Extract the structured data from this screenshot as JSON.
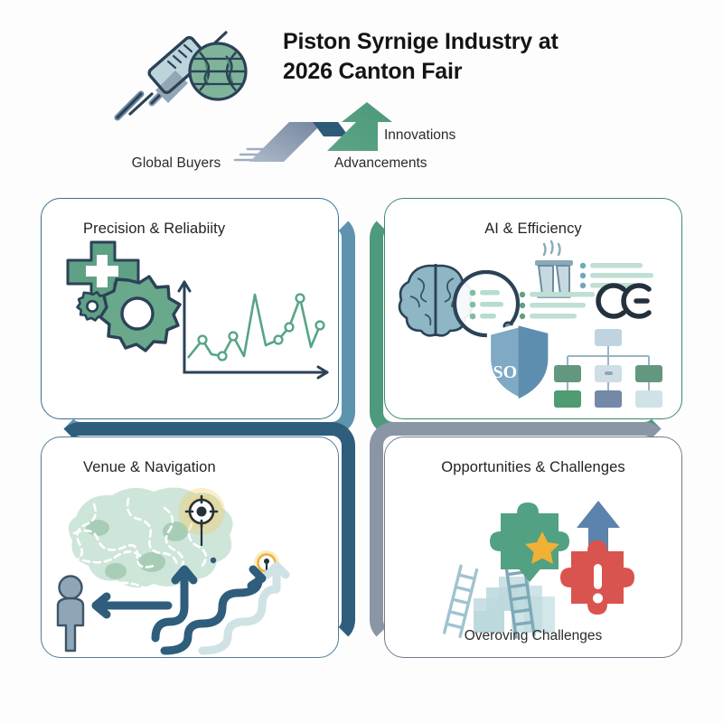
{
  "header": {
    "title": "Piston Syrnige Industry at 2026 Canton Fair",
    "title_line1": "Piston Syrnige Industry at",
    "title_line2": "2026 Canton Fair",
    "syringe_globe_label": "Global Buyers",
    "arrow_label_upper": "Innovations",
    "arrow_label_lower": "Advancements"
  },
  "cards": [
    {
      "id": "precision-reliability",
      "title": "Precision & Reliabiity",
      "accent": "#5e93ae",
      "border": "#35718f",
      "icons": [
        "medical-cross-icon",
        "gear-icon",
        "small-gear-icon",
        "line-chart-icon"
      ],
      "footnote": ""
    },
    {
      "id": "ai-efficiency",
      "title": "AI & Efficiency",
      "accent": "#4e9a7c",
      "border": "#3f8a6c",
      "icons": [
        "brain-icon",
        "magnifier-icon",
        "factory-icon",
        "checklist-icon",
        "ce-mark-icon",
        "iso-shield-icon",
        "org-chart-icon"
      ],
      "badges": [
        "CE",
        "ISO"
      ],
      "footnote": ""
    },
    {
      "id": "venue-navigation",
      "title": "Venue & Navigation",
      "accent": "#2f5d7c",
      "border": "#4f7c96",
      "icons": [
        "map-blob-icon",
        "person-icon",
        "target-pin-icon",
        "location-pin-icon",
        "winding-arrow-icon"
      ],
      "footnote": ""
    },
    {
      "id": "opportunities-challenges",
      "title": "Opportunities & Challenges",
      "accent": "#8a95a6",
      "border": "#707b8b",
      "icons": [
        "puzzle-piece-green-icon",
        "star-icon",
        "down-arrow-icon",
        "puzzle-piece-red-icon",
        "exclamation-icon",
        "up-arrow-icon",
        "stairs-icon",
        "ladder-icon"
      ],
      "footnote": "Overoving Challenges"
    }
  ],
  "palette": {
    "background": "#fdfdfd",
    "steel_blue": "#5e93ae",
    "green": "#4e9a7c",
    "navy": "#2f5d7c",
    "gray": "#8a95a6",
    "red": "#d9534f",
    "gold": "#f2b134",
    "text": "#232323"
  }
}
